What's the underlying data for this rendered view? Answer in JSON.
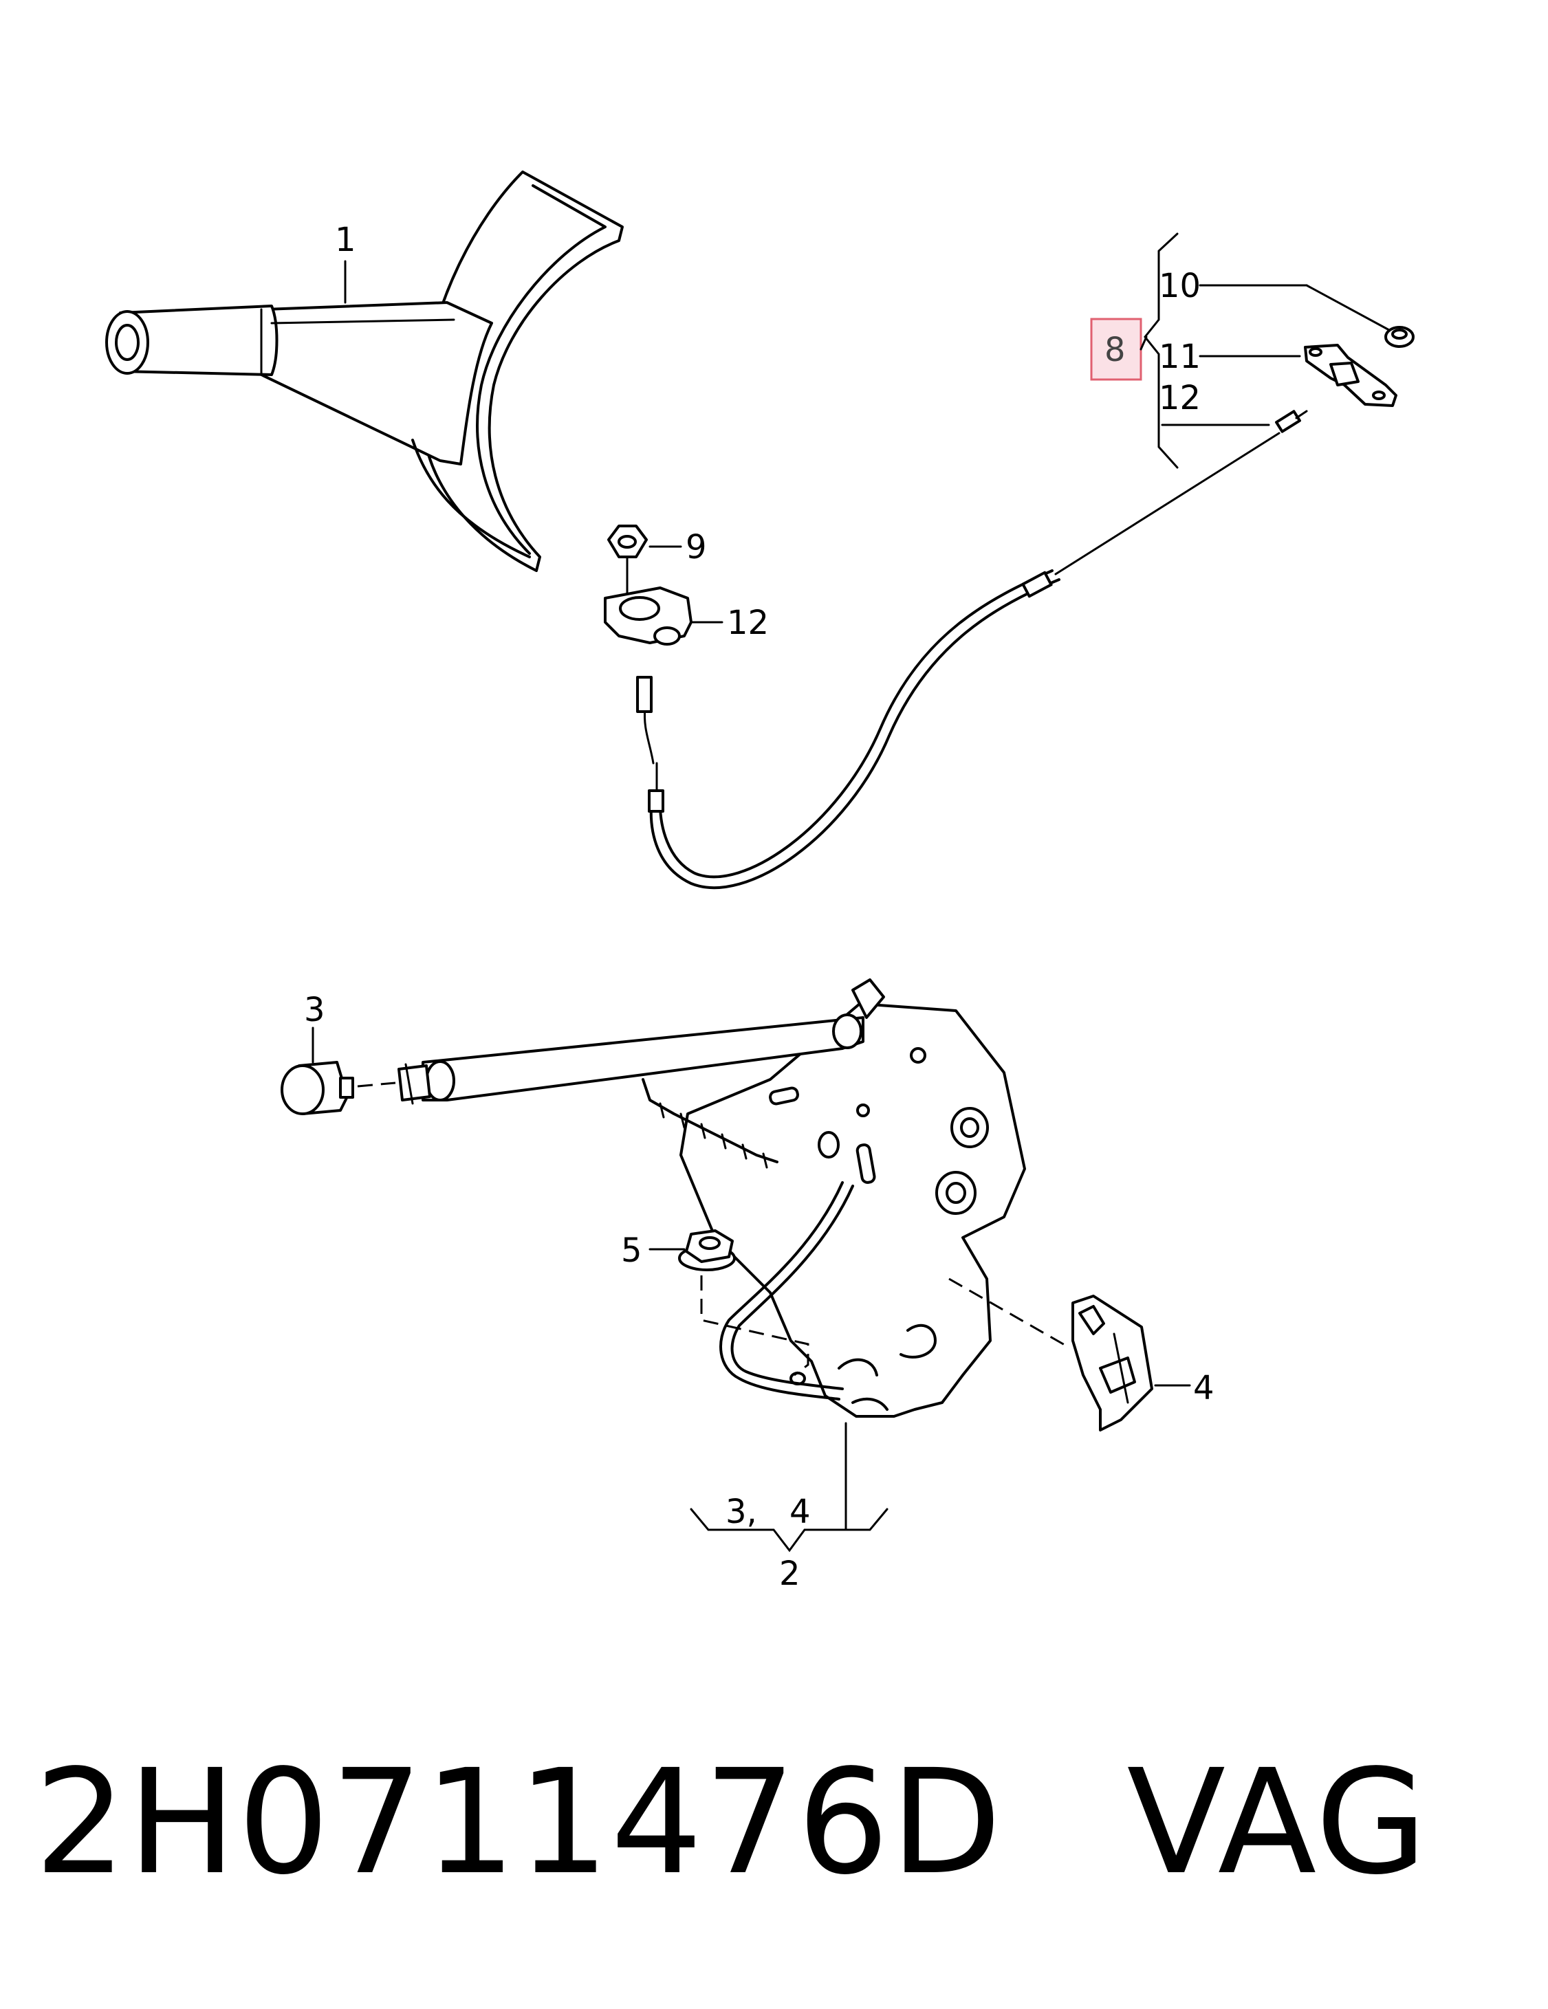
{
  "callouts": {
    "c1": "1",
    "c2": "2",
    "c3_top": "3",
    "c3_group": "3,",
    "c4_right": "4",
    "c4_group": "4",
    "c5": "5",
    "c8": "8",
    "c9": "9",
    "c10": "10",
    "c11": "11",
    "c12_top": "12",
    "c12_mid": "12"
  },
  "caption": {
    "part_number": "2H0711476D",
    "brand": "VAG"
  },
  "colors": {
    "highlight_fill": "#fbe1e6",
    "highlight_border": "#e06070"
  }
}
